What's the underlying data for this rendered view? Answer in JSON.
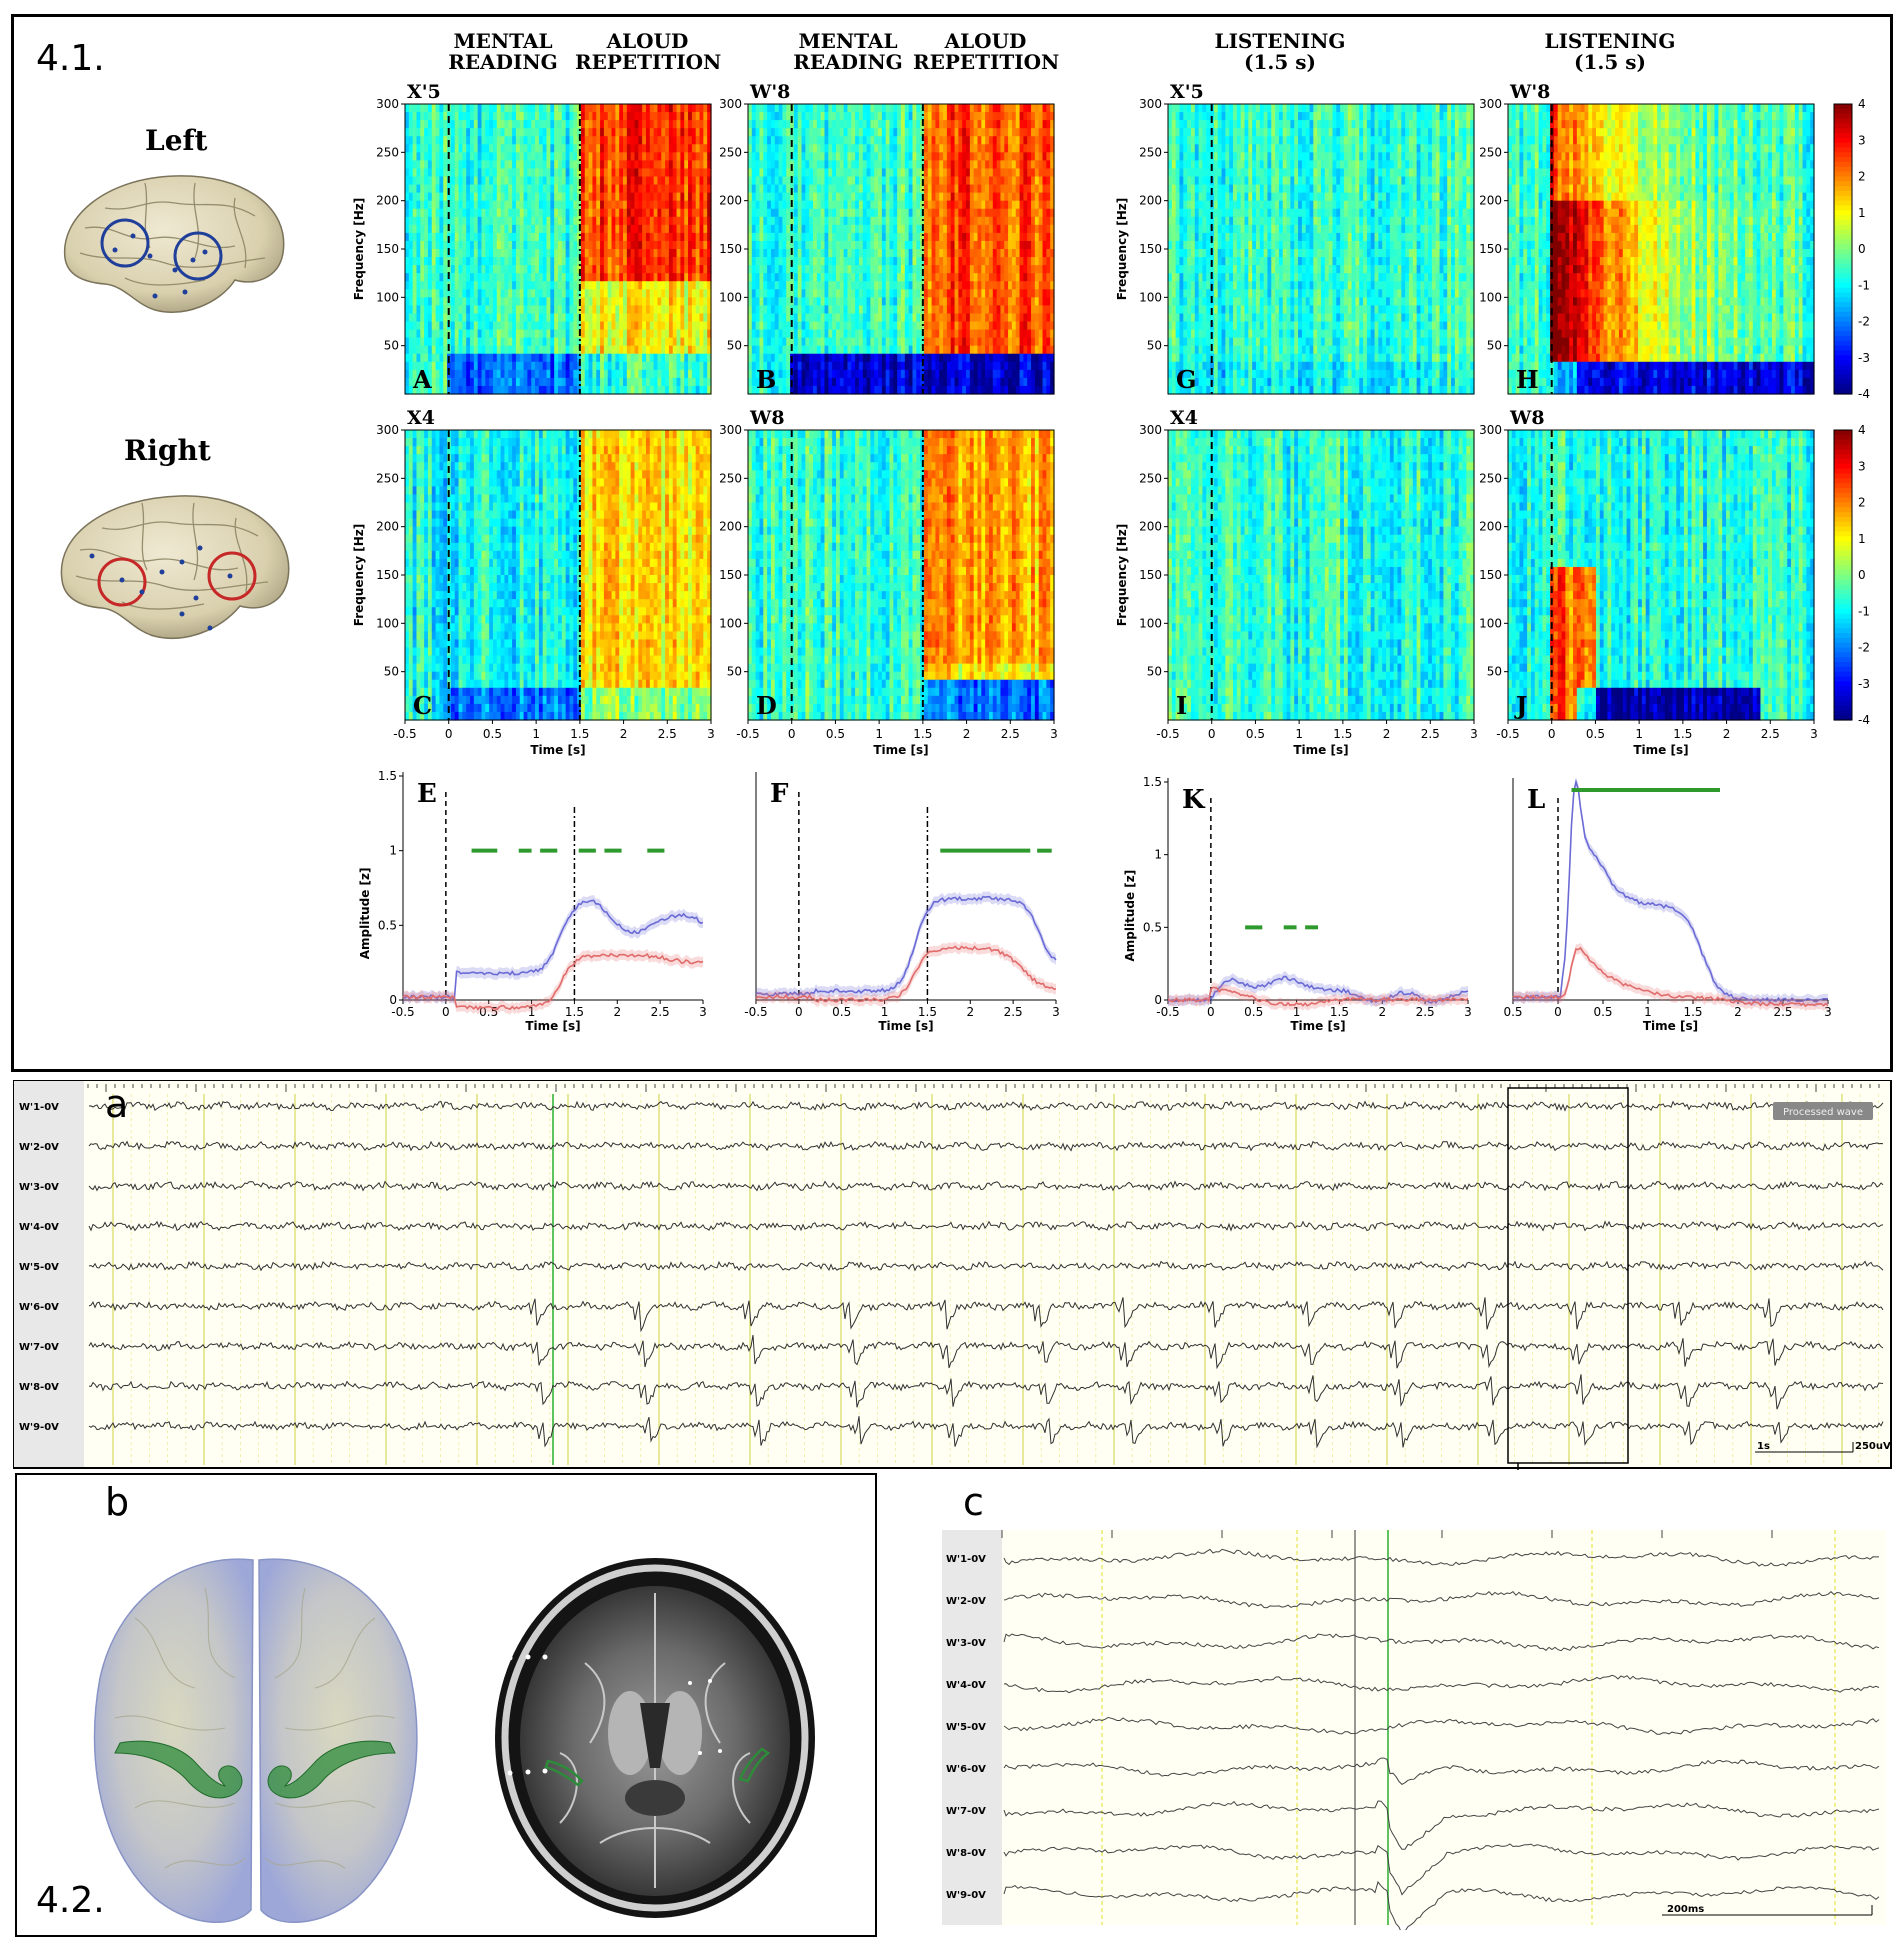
{
  "figure": {
    "section_top": "4.1.",
    "section_bottom": "4.2."
  },
  "brains": {
    "left_label": "Left",
    "right_label": "Right"
  },
  "headers": {
    "mental_1": "MENTAL\nREADING",
    "aloud_1": "ALOUD\nREPETITION",
    "mental_2": "MENTAL\nREADING",
    "aloud_2": "ALOUD\nREPETITION",
    "listening_1": "LISTENING\n(1.5 s)",
    "listening_2": "LISTENING\n(1.5 s)"
  },
  "spectrograms": {
    "y_axis_label": "Frequency [Hz]",
    "x_axis_label": "Time [s]",
    "y_ticks": [
      "300",
      "250",
      "200",
      "150",
      "100",
      "50"
    ],
    "x_ticks": [
      "-0.5",
      "0",
      "0.5",
      "1",
      "1.5",
      "2",
      "2.5",
      "3"
    ],
    "x_ticks_j": [
      "-0.5",
      "0",
      "0.5",
      "1",
      "1.5",
      "2",
      "2.5",
      "3"
    ],
    "colorbar_ticks": [
      "4",
      "3",
      "2",
      "1",
      "0",
      "-1",
      "-2",
      "-3",
      "-4"
    ],
    "panels": [
      {
        "letter": "A",
        "channel": "X'5"
      },
      {
        "letter": "B",
        "channel": "W'8"
      },
      {
        "letter": "G",
        "channel": "X'5"
      },
      {
        "letter": "H",
        "channel": "W'8"
      },
      {
        "letter": "C",
        "channel": "X4"
      },
      {
        "letter": "D",
        "channel": "W8"
      },
      {
        "letter": "I",
        "channel": "X4"
      },
      {
        "letter": "J",
        "channel": "W8"
      }
    ]
  },
  "amplitude": {
    "y_axis_label": "Amplitude [z]",
    "x_axis_label": "Time [s]",
    "y_ticks": [
      "1.5",
      "1",
      "0.5",
      "0"
    ],
    "x_ticks": [
      "-0.5",
      "0",
      "0.5",
      "1",
      "1.5",
      "2",
      "2.5",
      "3"
    ],
    "x_ticks_L": [
      "0.5",
      "0",
      "0.5",
      "1",
      "1.5",
      "2",
      "2.5",
      "3"
    ],
    "panels": [
      {
        "letter": "E"
      },
      {
        "letter": "F"
      },
      {
        "letter": "K"
      },
      {
        "letter": "L"
      }
    ]
  },
  "eeg": {
    "letter_a": "a",
    "letter_b": "b",
    "letter_c": "c",
    "channels": [
      "W'1-0V",
      "W'2-0V",
      "W'3-0V",
      "W'4-0V",
      "W'5-0V",
      "W'6-0V",
      "W'7-0V",
      "W'8-0V",
      "W'9-0V"
    ],
    "badge": "Processed wave",
    "scale_time": "1s",
    "scale_amp": "250uV",
    "scale_zoom": "200ms"
  }
}
